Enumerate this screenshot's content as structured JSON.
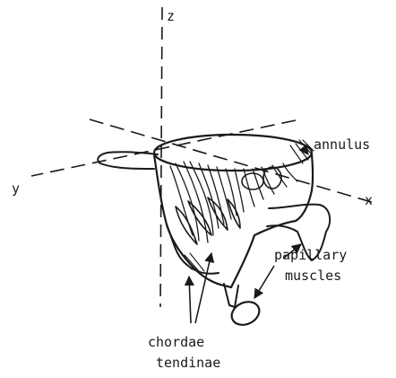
{
  "figure": {
    "axes": {
      "z_label": "z",
      "y_label": "y",
      "x_label": "x"
    },
    "labels": {
      "annulus": "annulus",
      "papillary_line1": "papillary",
      "papillary_line2": "muscles",
      "chordae_line1": "chordae",
      "chordae_line2": "tendinae"
    },
    "colors": {
      "ink": "#1a1a1a",
      "background": "#ffffff"
    }
  }
}
